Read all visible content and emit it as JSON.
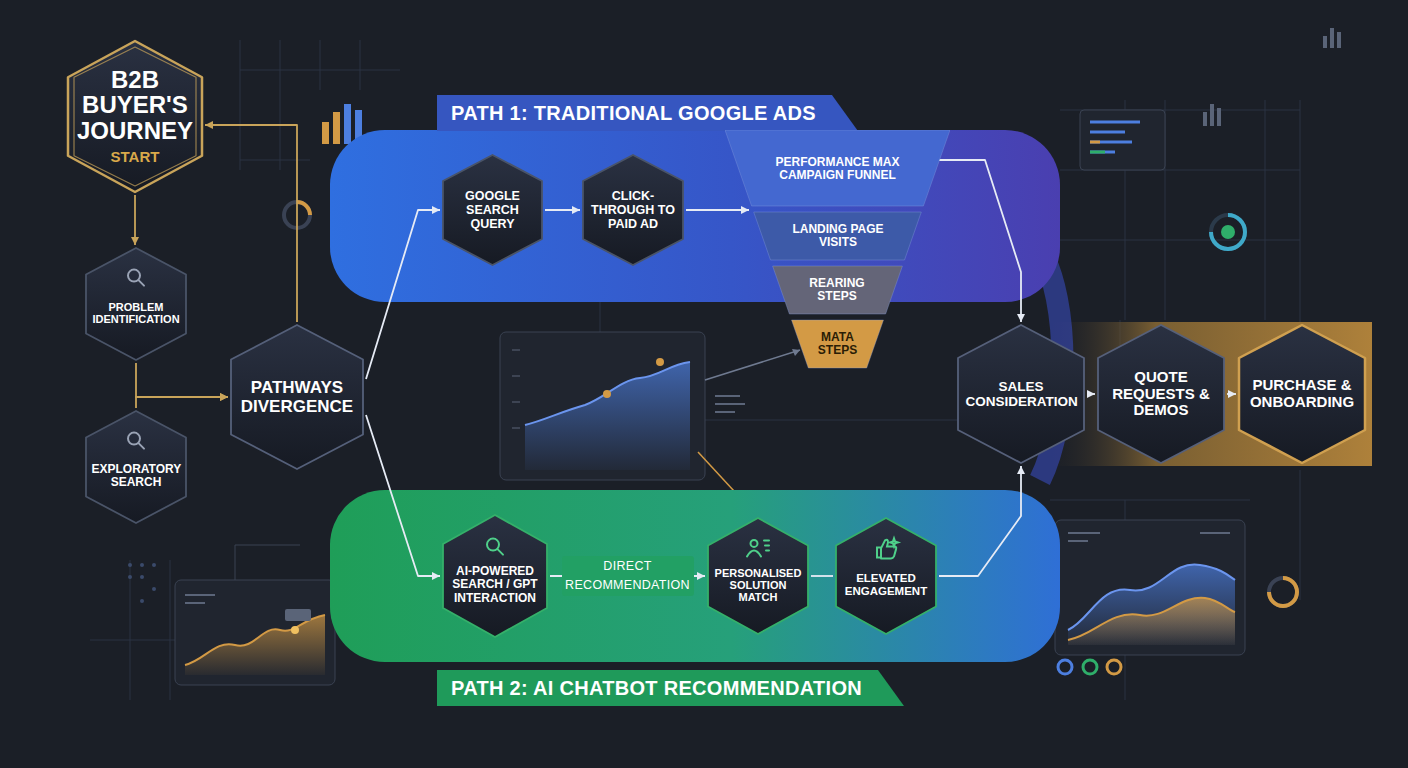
{
  "diagram": {
    "nodes": [
      {
        "text": [
          "B2B BUYER'S JOURNEY",
          "START"
        ]
      },
      {
        "text": [
          "PROBLEM IDENTIFICATION"
        ]
      },
      {
        "text": [
          "EXPLORATORY SEARCH"
        ]
      },
      {
        "text": [
          "PATHWAYS DIVERGENCE"
        ]
      },
      {
        "text": [
          "PATH 1: TRADITIONAL GOOGLE ADS"
        ]
      },
      {
        "text": [
          "GOOGLE SEARCH QUERY"
        ],
        "in": 4
      },
      {
        "text": [
          "CLICK-THROUGH TO PAID AD"
        ],
        "in": 4
      },
      {
        "text": [
          "PERFORMANCE MAX CAMPAIGN FUNNEL",
          "LANDING PAGE VISITS",
          "REARING STEPS",
          "MATA STEPS"
        ],
        "in": 4
      },
      {
        "text": [
          "PATH 2: AI CHATBOT RECOMMENDATION"
        ]
      },
      {
        "text": [
          "AI-POWERED SEARCH / GPT INTERACTION"
        ],
        "in": 8
      },
      {
        "text": [
          "PERSONALISED SOLUTION MATCH"
        ],
        "in": 8
      },
      {
        "text": [
          "ELEVATED ENGAGEMENT"
        ],
        "in": 8
      },
      {
        "text": [
          "SALES CONSIDERATION"
        ]
      },
      {
        "text": [
          "QUOTE REQUESTS & DEMOS"
        ]
      },
      {
        "text": [
          "PURCHASE & ONBOARDING"
        ]
      }
    ],
    "edges": [
      {
        "from": 0,
        "to": 1,
        "arrow": "to"
      },
      {
        "from": 1,
        "to": 3,
        "arrow": "to"
      },
      {
        "from": 2,
        "to": 3,
        "arrow": "to"
      },
      {
        "from": 3,
        "to": 0,
        "arrow": "to"
      },
      {
        "from": 3,
        "to": 5,
        "arrow": "to"
      },
      {
        "from": 5,
        "to": 6,
        "arrow": "to"
      },
      {
        "from": 6,
        "to": 7,
        "arrow": "to"
      },
      {
        "from": 7,
        "to": 12,
        "arrow": "to"
      },
      {
        "from": 3,
        "to": 9,
        "arrow": "to"
      },
      {
        "from": 9,
        "to": 10,
        "label": "DIRECT RECOMMENDATION",
        "arrow": "to"
      },
      {
        "from": 10,
        "to": 11,
        "arrow": "none"
      },
      {
        "from": 11,
        "to": 12,
        "arrow": "to"
      },
      {
        "from": 12,
        "to": 13,
        "arrow": "to"
      },
      {
        "from": 13,
        "to": 14,
        "arrow": "to"
      }
    ]
  }
}
